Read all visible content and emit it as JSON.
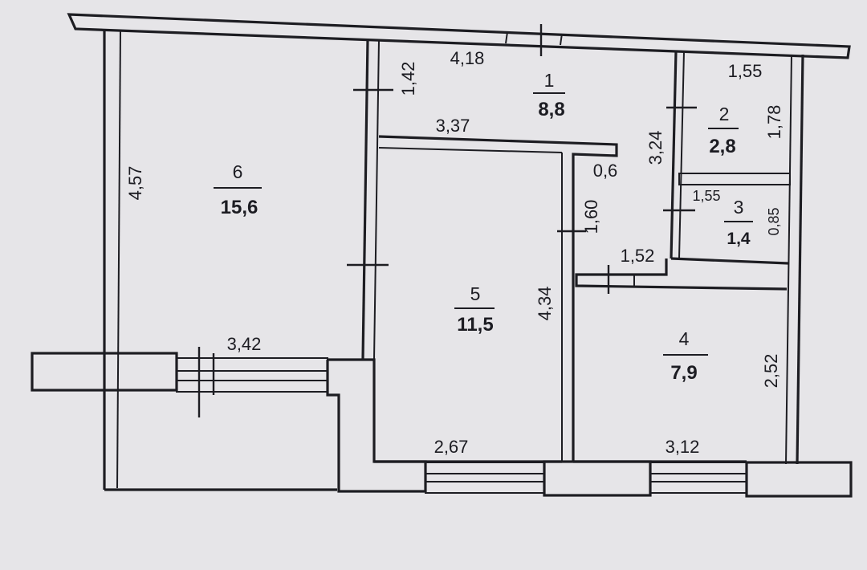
{
  "rooms": [
    {
      "number": "1",
      "area": "8,8"
    },
    {
      "number": "2",
      "area": "2,8"
    },
    {
      "number": "3",
      "area": "1,4"
    },
    {
      "number": "4",
      "area": "7,9"
    },
    {
      "number": "5",
      "area": "11,5"
    },
    {
      "number": "6",
      "area": "15,6"
    }
  ],
  "dimensions": {
    "r6_height": "4,57",
    "r1_width": "4,18",
    "r1_height": "1,42",
    "r1_inner": "3,37",
    "r2_width": "1,55",
    "r2_height": "1,78",
    "hall_height": "3,24",
    "hall_gap": "0,6",
    "r3_width": "1,55",
    "r3_height": "0,85",
    "passage_height": "1,60",
    "passage_width": "1,52",
    "r5_height": "4,34",
    "r6_width": "3,42",
    "r4_height": "2,52",
    "r5_width": "2,67",
    "r4_width": "3,12"
  }
}
